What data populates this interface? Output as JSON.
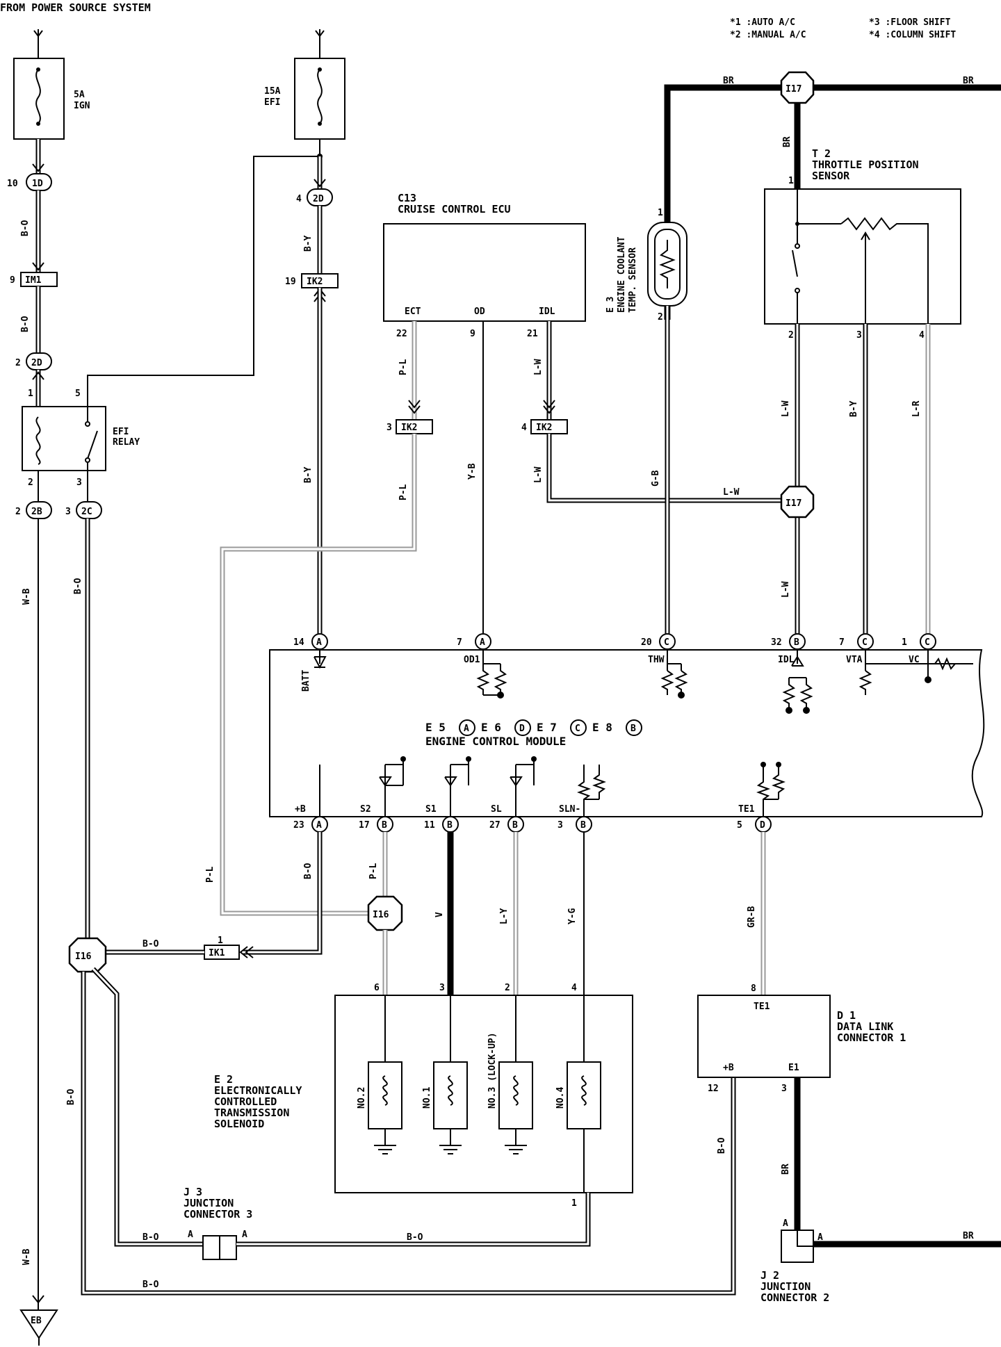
{
  "header": {
    "source": "FROM POWER SOURCE SYSTEM",
    "legend": [
      "*1 :AUTO A/C",
      "*2 :MANUAL A/C",
      "*3 :FLOOR SHIFT",
      "*4 :COLUMN SHIFT"
    ]
  },
  "fuses": {
    "ign": {
      "rating": "5A",
      "name": "IGN"
    },
    "efi": {
      "rating": "15A",
      "name": "EFI"
    }
  },
  "connectors": {
    "c10_1D": "1D",
    "c10_pin": "10",
    "in1": "IM1",
    "in1_pin": "9",
    "c2D_a": "2D",
    "c2D_a_pin": "2",
    "c2D_b": "2D",
    "c2D_b_pin": "4",
    "c2B": "2B",
    "c2B_pin": "2",
    "c2C": "2C",
    "c2C_pin": "3",
    "ik2_19": "IK2",
    "ik2_19_pin": "19",
    "ik2_3": "IK2",
    "ik2_3_pin": "3",
    "ik2_4": "IK2",
    "ik2_4_pin": "4",
    "ik1": "IK1",
    "ik1_pin": "1",
    "i17_top": "I17",
    "i17_mid": "I17",
    "i16_a": "I16",
    "i16_b": "I16",
    "eb": "EB"
  },
  "relay": {
    "name": "EFI",
    "name2": "RELAY",
    "pin1": "1",
    "pin5": "5",
    "pin2": "2",
    "pin3": "3"
  },
  "cruise": {
    "code": "C13",
    "name": "CRUISE CONTROL ECU",
    "ect": "ECT",
    "od": "OD",
    "idl": "IDL",
    "p22": "22",
    "p9": "9",
    "p21": "21"
  },
  "coolant": {
    "code": "E 3",
    "name1": "ENGINE COOLANT",
    "name2": "TEMP. SENSOR",
    "p1": "1",
    "p2": "2"
  },
  "throttle": {
    "code": "T 2",
    "name1": "THROTTLE POSITION",
    "name2": "SENSOR",
    "p1": "1",
    "p2": "2",
    "p3": "3",
    "p4": "4"
  },
  "wires": {
    "bo1": "B-O",
    "bo2": "B-O",
    "by1": "B-Y",
    "by2": "B-Y",
    "pl1": "P-L",
    "pl2": "P-L",
    "pl3": "P-L",
    "pl4": "P-L",
    "lw1": "L-W",
    "lw2": "L-W",
    "lw3": "L-W",
    "lw4": "L-W",
    "lw5": "L-W",
    "yb": "Y-B",
    "gb": "G-B",
    "by3": "B-Y",
    "lr": "L-R",
    "br1": "BR",
    "br2": "BR",
    "br3": "BR",
    "br4": "BR",
    "br5": "BR",
    "wb1": "W-B",
    "wb2": "W-B",
    "bo3": "B-O",
    "bo4": "B-O",
    "bo5": "B-O",
    "bo6": "B-O",
    "bo7": "B-O",
    "bo8": "B-O",
    "bo9": "B-O",
    "bo10": "B-O",
    "v": "V",
    "ly": "L-Y",
    "yg": "Y-G",
    "grb": "GR-B"
  },
  "ecm": {
    "title1": "E 5",
    "title_a": "A",
    "title2": "E 6",
    "title_d": "D",
    "title3": "E 7",
    "title_c": "C",
    "title4": "E 8",
    "title_b": "B",
    "name": "ENGINE CONTROL MODULE",
    "top_pins": [
      {
        "num": "14",
        "letter": "A",
        "label": "BATT"
      },
      {
        "num": "7",
        "letter": "A",
        "label": "OD1"
      },
      {
        "num": "20",
        "letter": "C",
        "label": "THW"
      },
      {
        "num": "32",
        "letter": "B",
        "label": "IDL"
      },
      {
        "num": "7",
        "letter": "C",
        "label": "VTA"
      },
      {
        "num": "1",
        "letter": "C",
        "label": "VC"
      }
    ],
    "bottom_pins": [
      {
        "num": "23",
        "letter": "A",
        "label": "+B"
      },
      {
        "num": "17",
        "letter": "B",
        "label": "S2"
      },
      {
        "num": "11",
        "letter": "B",
        "label": "S1"
      },
      {
        "num": "27",
        "letter": "B",
        "label": "SL"
      },
      {
        "num": "3",
        "letter": "B",
        "label": "SLN-"
      },
      {
        "num": "5",
        "letter": "D",
        "label": "TE1"
      }
    ]
  },
  "solenoid": {
    "code": "E 2",
    "name": [
      "ELECTRONICALLY",
      "CONTROLLED",
      "TRANSMISSION",
      "SOLENOID"
    ],
    "coils": [
      "NO.2",
      "NO.1",
      "NO.3 (LOCK-UP)",
      "NO.4"
    ],
    "pins": [
      "6",
      "3",
      "2",
      "4",
      "1"
    ]
  },
  "dlc": {
    "code": "D 1",
    "name1": "DATA LINK",
    "name2": "CONNECTOR 1",
    "te1": "TE1",
    "pb": "+B",
    "e1": "E1",
    "p8": "8",
    "p12": "12",
    "p3": "3"
  },
  "j3": {
    "code": "J 3",
    "name1": "JUNCTION",
    "name2": "CONNECTOR 3",
    "a1": "A",
    "a2": "A"
  },
  "j2": {
    "code": "J 2",
    "name1": "JUNCTION",
    "name2": "CONNECTOR 2",
    "a1": "A",
    "a2": "A"
  }
}
